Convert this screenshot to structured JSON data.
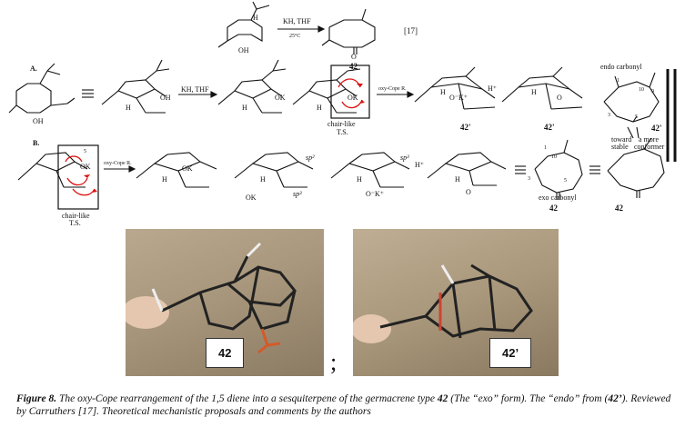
{
  "top": {
    "reagent": "KH, THF",
    "temp": "25°C",
    "product": "42",
    "ref": "[17]",
    "oh": "OH",
    "h": "H",
    "o": "O"
  },
  "rowA": {
    "label": "A.",
    "reagent": "KH, THF",
    "ts_label": "chair-like",
    "ts_label2": "T.S.",
    "step2": "oxy-Cope R.",
    "hplus": "H⁺",
    "okplus": "O⁻K⁺",
    "ok": "OK",
    "oh": "OH",
    "h": "H",
    "o": "O",
    "compound1": "42'",
    "compound2": "42'",
    "compound3": "42'",
    "endo": "endo carbonyl",
    "toward": "toward",
    "stable": "stable",
    "a_more": "a more",
    "conformer": "conformer",
    "n1": "1",
    "n5": "5",
    "n9": "9",
    "n10": "10",
    "n3": "3"
  },
  "rowB": {
    "label": "B.",
    "step": "oxy-Cope R.",
    "ts_label": "chair-like",
    "ts_label2": "T.S.",
    "ok": "OK",
    "okplus": "O⁻K⁺",
    "sp2": "sp²",
    "sp3": "sp³",
    "sp3b": "sp³",
    "hplus": "H⁺",
    "h": "H",
    "o": "O",
    "exo": "exo carbonyl",
    "compound1": "42",
    "compound2": "42",
    "n1": "1",
    "n5": "5",
    "n10": "10",
    "n3": "3"
  },
  "photos": {
    "left_label": "42",
    "right_label": "42’",
    "separator": ";"
  },
  "caption": {
    "prefix": "Figure 8.",
    "text1": " The oxy-Cope rearrangement of the 1,5 diene into a sesquiterpene of the germacrene type ",
    "bold1": "42",
    "text2": " (The “exo” form). The “endo” from (",
    "bold2": "42’",
    "text3": "). Reviewed by Carruthers [17]. Theoretical mechanistic proposals and comments by the authors"
  }
}
